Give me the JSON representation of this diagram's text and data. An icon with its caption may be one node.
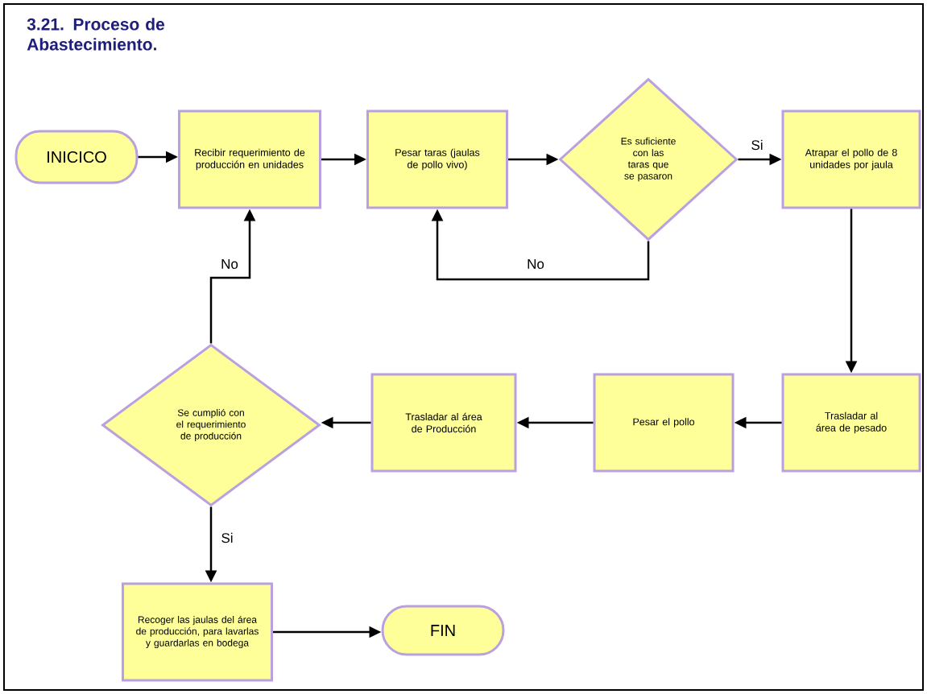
{
  "diagram": {
    "title": "3.21. Proceso de Abastecimiento.",
    "nodes": [
      {
        "text": [
          "INICICO"
        ]
      },
      {
        "text": [
          "Recibir requerimiento de producción en unidades"
        ]
      },
      {
        "text": [
          "Pesar taras (jaulas de pollo vivo)"
        ]
      },
      {
        "text": [
          "Es suficiente con las taras que se pasaron"
        ]
      },
      {
        "text": [
          "Atrapar el pollo de 8 unidades por jaula"
        ]
      },
      {
        "text": [
          "Trasladar al área de pesado"
        ]
      },
      {
        "text": [
          "Pesar el pollo"
        ]
      },
      {
        "text": [
          "Trasladar al área de Producción"
        ]
      },
      {
        "text": [
          "Se cumplió con el requerimiento de producción"
        ]
      },
      {
        "text": [
          "Recoger las jaulas del área de producción, para lavarlas y guardarlas en bodega"
        ]
      },
      {
        "text": [
          "FIN"
        ]
      }
    ],
    "edges": [
      {
        "from": 0,
        "to": 1,
        "arrow": "to"
      },
      {
        "from": 1,
        "to": 2,
        "arrow": "to"
      },
      {
        "from": 2,
        "to": 3,
        "arrow": "to"
      },
      {
        "from": 3,
        "to": 4,
        "arrow": "to",
        "label": "Si"
      },
      {
        "from": 3,
        "to": 2,
        "arrow": "to",
        "label": "No"
      },
      {
        "from": 4,
        "to": 5,
        "arrow": "to"
      },
      {
        "from": 5,
        "to": 6,
        "arrow": "to"
      },
      {
        "from": 6,
        "to": 7,
        "arrow": "to"
      },
      {
        "from": 7,
        "to": 8,
        "arrow": "to"
      },
      {
        "from": 8,
        "to": 1,
        "arrow": "to",
        "label": "No"
      },
      {
        "from": 8,
        "to": 9,
        "arrow": "to",
        "label": "Si"
      },
      {
        "from": 9,
        "to": 10,
        "arrow": "to"
      }
    ]
  }
}
